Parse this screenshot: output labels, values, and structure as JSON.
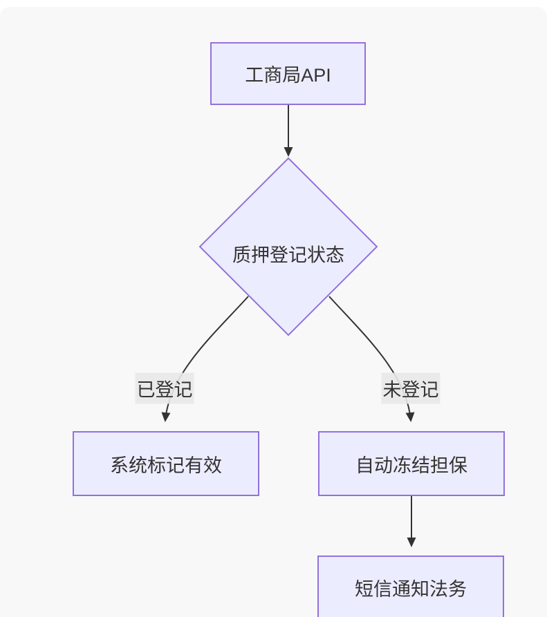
{
  "diagram": {
    "type": "flowchart",
    "direction": "top-down",
    "nodes": [
      {
        "id": "A",
        "type": "rect",
        "label": "工商局API"
      },
      {
        "id": "B",
        "type": "diamond",
        "label": "质押登记状态"
      },
      {
        "id": "C",
        "type": "rect",
        "label": "系统标记有效"
      },
      {
        "id": "D",
        "type": "rect",
        "label": "自动冻结担保"
      },
      {
        "id": "E",
        "type": "rect",
        "label": "短信通知法务"
      }
    ],
    "edges": [
      {
        "from": "A",
        "to": "B",
        "label": ""
      },
      {
        "from": "B",
        "to": "C",
        "label": "已登记"
      },
      {
        "from": "B",
        "to": "D",
        "label": "未登记"
      },
      {
        "from": "D",
        "to": "E",
        "label": ""
      }
    ],
    "colors": {
      "node_fill": "#ECECFF",
      "node_border": "#9370DB",
      "edge_stroke": "#333333",
      "edge_label_bg": "#e8e8e8",
      "text": "#333333",
      "canvas_bg": "#f8f8f8",
      "page_bg": "#ffffff"
    }
  }
}
